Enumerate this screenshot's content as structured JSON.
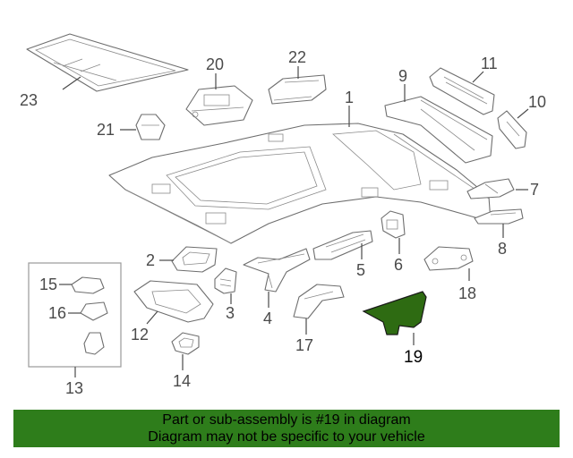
{
  "diagram": {
    "highlight_color": "#2e6b12",
    "banner_color": "#2e7d1b",
    "callouts": [
      {
        "id": "1",
        "label": "1"
      },
      {
        "id": "2",
        "label": "2"
      },
      {
        "id": "3",
        "label": "3"
      },
      {
        "id": "4",
        "label": "4"
      },
      {
        "id": "5",
        "label": "5"
      },
      {
        "id": "6",
        "label": "6"
      },
      {
        "id": "7",
        "label": "7"
      },
      {
        "id": "8",
        "label": "8"
      },
      {
        "id": "9",
        "label": "9"
      },
      {
        "id": "10",
        "label": "10"
      },
      {
        "id": "11",
        "label": "11"
      },
      {
        "id": "12",
        "label": "12"
      },
      {
        "id": "13",
        "label": "13"
      },
      {
        "id": "14",
        "label": "14"
      },
      {
        "id": "15",
        "label": "15"
      },
      {
        "id": "16",
        "label": "16"
      },
      {
        "id": "17",
        "label": "17"
      },
      {
        "id": "18",
        "label": "18"
      },
      {
        "id": "19",
        "label": "19"
      },
      {
        "id": "20",
        "label": "20"
      },
      {
        "id": "21",
        "label": "21"
      },
      {
        "id": "22",
        "label": "22"
      },
      {
        "id": "23",
        "label": "23"
      }
    ],
    "highlighted_part": "19"
  },
  "banner": {
    "line1": "Part or sub-assembly is #19 in diagram",
    "line2": "Diagram may not be specific to your vehicle"
  }
}
